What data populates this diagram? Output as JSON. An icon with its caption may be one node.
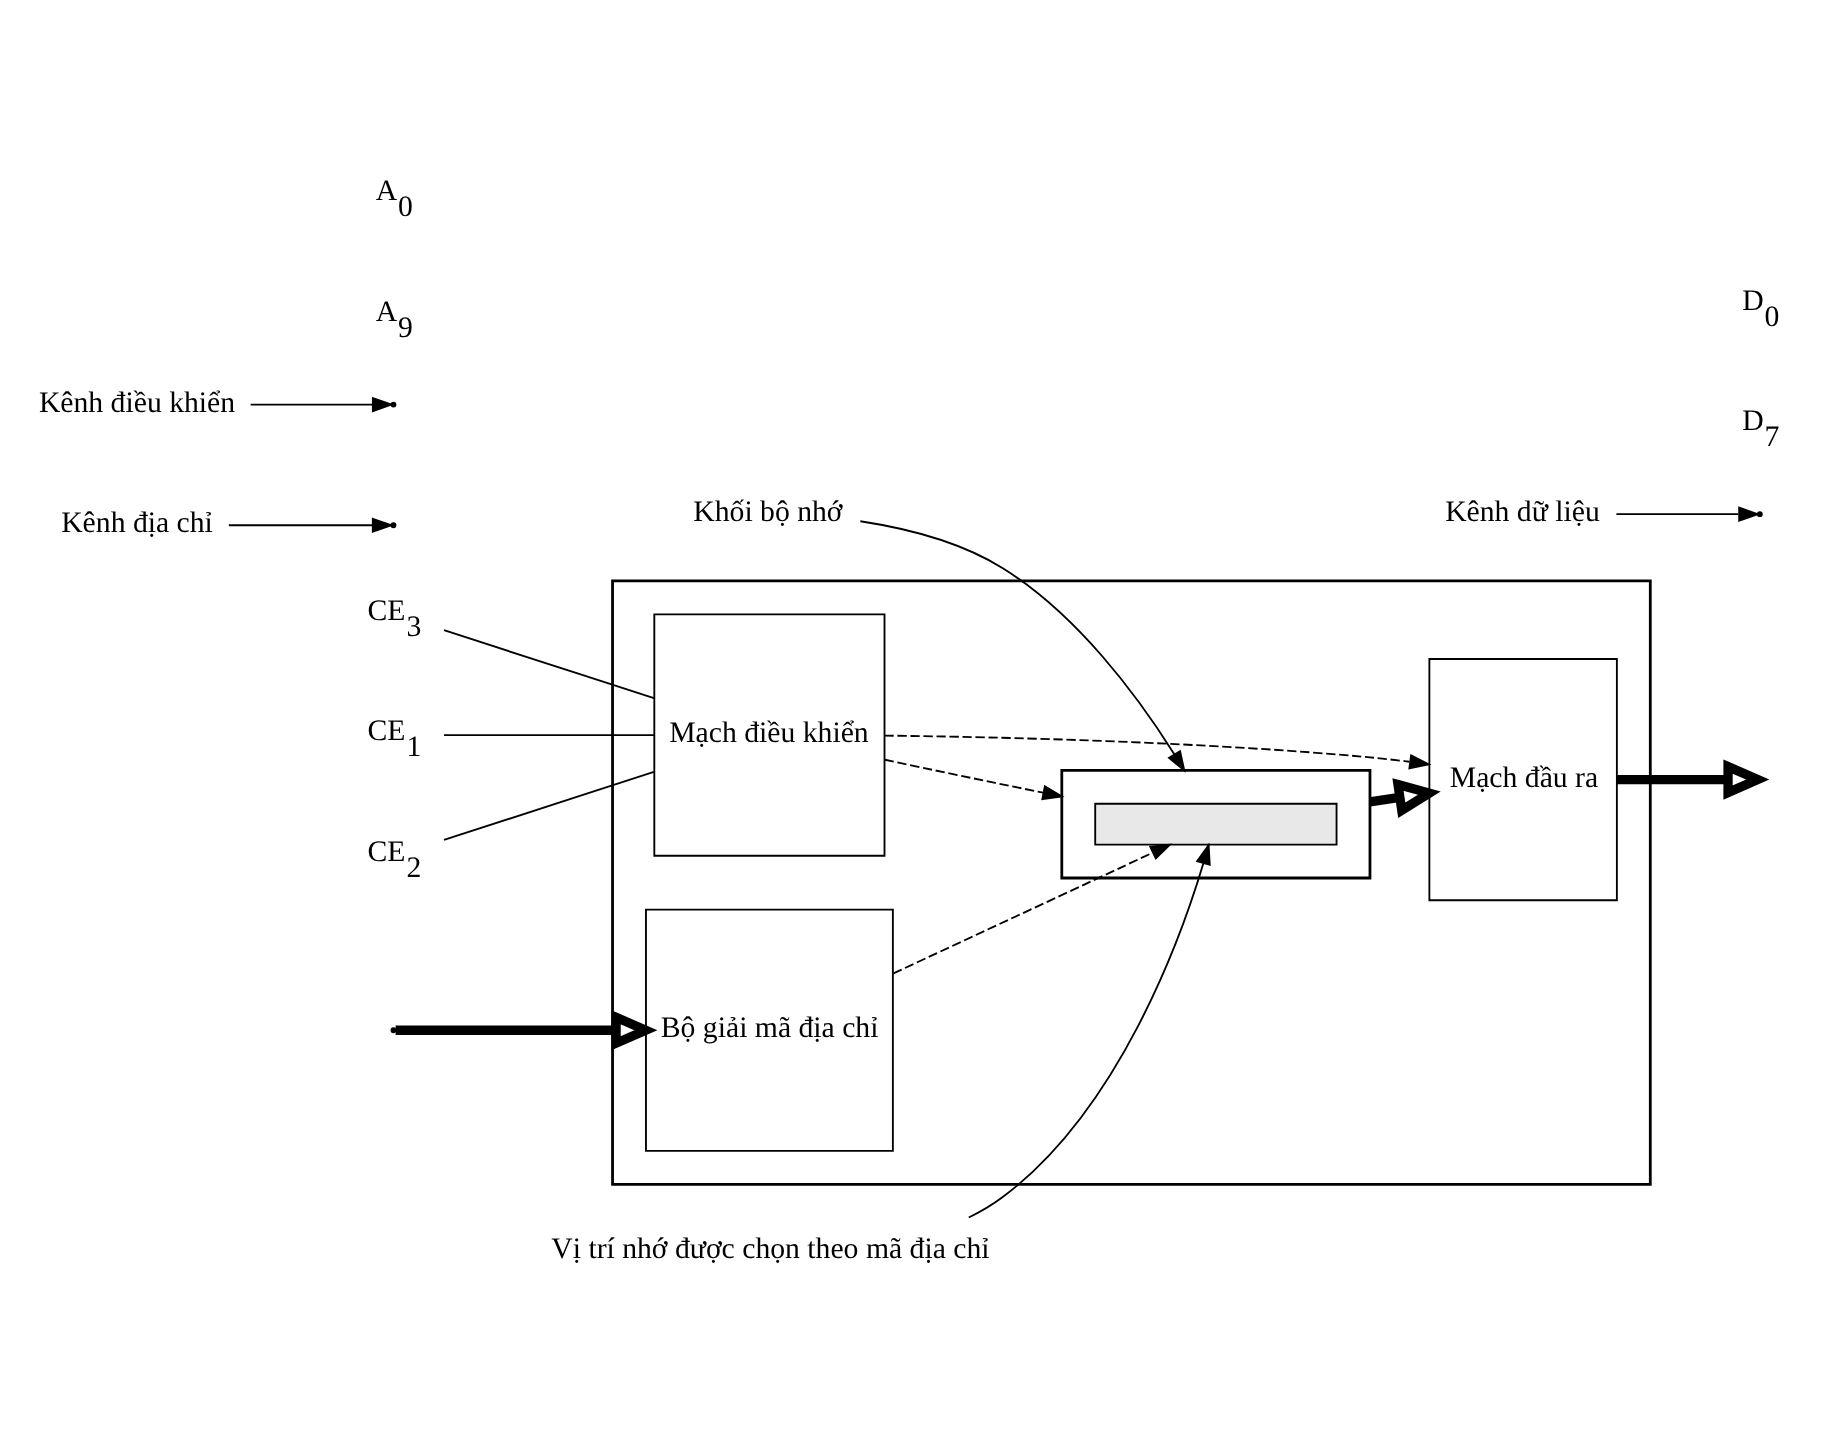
{
  "diagram": {
    "nodes": [
      {
        "text": [],
        "shape": "box"
      },
      {
        "text": [
          "Bộ giải mã địa chỉ"
        ],
        "in": 0
      },
      {
        "text": [],
        "shape": "box",
        "in": 0
      },
      {
        "text": [],
        "shape": "bar",
        "in": 2
      },
      {
        "text": [
          "Mạch điều khiển"
        ],
        "in": 0
      },
      {
        "text": [
          "Mạch đầu ra"
        ],
        "in": 0
      },
      {
        "text": [
          "Kênh địa chỉ"
        ]
      },
      {
        "text": [
          "Khối bộ nhớ"
        ]
      },
      {
        "text": [
          "Vị trí nhớ được chọn theo mã địa chỉ"
        ]
      },
      {
        "text": [
          "CE$_{1}$"
        ]
      },
      {
        "text": [
          "CE$_{2}$"
        ]
      },
      {
        "text": [
          "CE$_{3}$"
        ]
      },
      {
        "text": [
          "Kênh điều khiển"
        ]
      },
      {
        "text": [
          "Kênh dữ liệu"
        ]
      }
    ],
    "edges": [
      {
        "from": null,
        "to": 1,
        "arrow": "to",
        "style": "thick"
      },
      {
        "from": 1,
        "to": 3,
        "arrow": "to",
        "style": "dashed"
      },
      {
        "from": 4,
        "to": 2,
        "arrow": "to",
        "style": "dashed"
      },
      {
        "from": 4,
        "to": 5,
        "arrow": "to",
        "style": "dashed"
      },
      {
        "from": 2,
        "to": 5,
        "arrow": "to",
        "style": "thick"
      },
      {
        "from": 5,
        "to": null,
        "arrow": "to",
        "style": "thick"
      },
      {
        "from": 9,
        "to": 4,
        "arrow": "none"
      },
      {
        "from": 10,
        "to": 4,
        "arrow": "none"
      },
      {
        "from": 11,
        "to": 4,
        "arrow": "none"
      },
      {
        "from": 6,
        "to": null,
        "arrow": "to"
      },
      {
        "from": 7,
        "to": 2,
        "arrow": "to"
      },
      {
        "from": 8,
        "to": 3,
        "arrow": "to"
      },
      {
        "from": 12,
        "to": null,
        "arrow": "to"
      },
      {
        "from": 13,
        "to": null,
        "arrow": "to"
      }
    ],
    "labels": [
      "A$_{9}$",
      "A$_{0}$",
      "D$_{7}$",
      "D$_{0}$"
    ]
  }
}
